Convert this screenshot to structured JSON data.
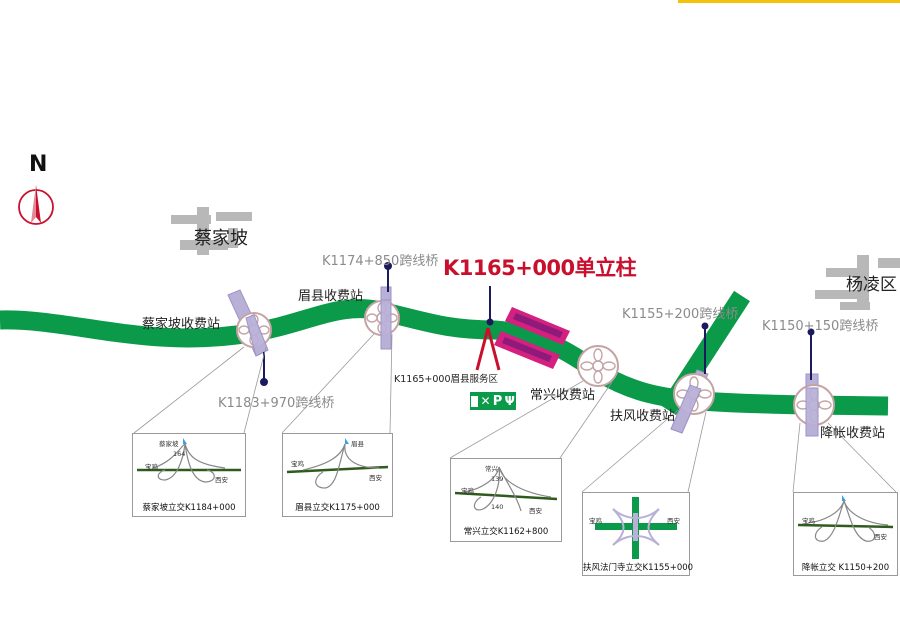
{
  "compass": {
    "label": "N"
  },
  "towns": {
    "caijiapo": "蔡家坡",
    "yangling": "杨凌区"
  },
  "labels": {
    "caijiapo_station": "蔡家坡收费站",
    "meixian_station": "眉县收费站",
    "changxing_station": "常兴收费站",
    "fufeng_station": "扶风收费站",
    "jiangzhang_station": "降帐收费站",
    "pillar": "K1165+000单立柱",
    "service_area": "K1165+000眉县服务区",
    "bridge_1183": "K1183+970跨线桥",
    "bridge_1174": "K1174+850跨线桥",
    "bridge_1155": "K1155+200跨线桥",
    "bridge_1150": "K1150+150跨线桥"
  },
  "service_icons": {
    "fuel": "fuel-icon",
    "food": "fork-knife-icon",
    "parking": "P"
  },
  "insets": [
    {
      "caption": "蔡家坡立交K1184+000",
      "labels": [
        "蔡家坡",
        "164",
        "宝鸡",
        "西安"
      ]
    },
    {
      "caption": "眉县立交K1175+000",
      "labels": [
        "眉县",
        "宝鸡",
        "西安"
      ]
    },
    {
      "caption": "常兴立交K1162+800",
      "labels": [
        "常兴",
        "139",
        "宝鸡",
        "140",
        "西安"
      ]
    },
    {
      "caption": "扶风法门寺立交K1155+000",
      "labels": [
        "宝鸡",
        "西安"
      ]
    },
    {
      "caption": "降帐立交 K1150+200",
      "labels": [
        "宝鸡",
        "西安"
      ]
    }
  ],
  "colors": {
    "highway": "#0a9a4a",
    "bridge": "#b9b0d8",
    "service_area": "#d4207f",
    "pillar_text": "#c8102e",
    "town_block": "#b5b5b5",
    "top_bar": "#f5c20b"
  }
}
